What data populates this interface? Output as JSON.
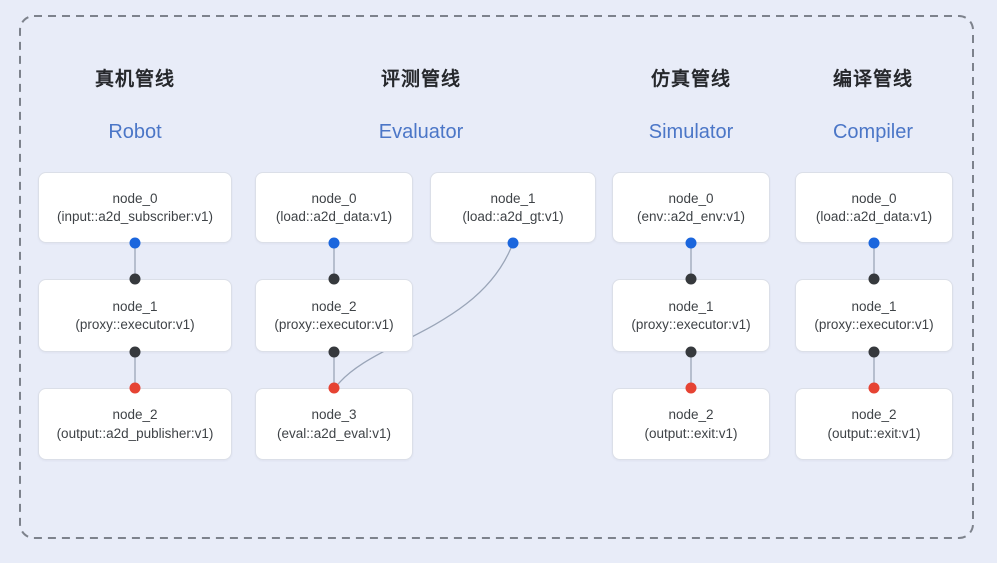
{
  "diagram": {
    "pipelines": [
      {
        "title_cn": "真机管线",
        "title_en": "Robot",
        "nodes": [
          {
            "name": "node_0",
            "type": "(input::a2d_subscriber:v1)"
          },
          {
            "name": "node_1",
            "type": "(proxy::executor:v1)"
          },
          {
            "name": "node_2",
            "type": "(output::a2d_publisher:v1)"
          }
        ]
      },
      {
        "title_cn": "评测管线",
        "title_en": "Evaluator",
        "nodes": [
          {
            "name": "node_0",
            "type": "(load::a2d_data:v1)"
          },
          {
            "name": "node_1",
            "type": "(load::a2d_gt:v1)"
          },
          {
            "name": "node_2",
            "type": "(proxy::executor:v1)"
          },
          {
            "name": "node_3",
            "type": "(eval::a2d_eval:v1)"
          }
        ]
      },
      {
        "title_cn": "仿真管线",
        "title_en": "Simulator",
        "nodes": [
          {
            "name": "node_0",
            "type": "(env::a2d_env:v1)"
          },
          {
            "name": "node_1",
            "type": "(proxy::executor:v1)"
          },
          {
            "name": "node_2",
            "type": "(output::exit:v1)"
          }
        ]
      },
      {
        "title_cn": "编译管线",
        "title_en": "Compiler",
        "nodes": [
          {
            "name": "node_0",
            "type": "(load::a2d_data:v1)"
          },
          {
            "name": "node_1",
            "type": "(proxy::executor:v1)"
          },
          {
            "name": "node_2",
            "type": "(output::exit:v1)"
          }
        ]
      }
    ],
    "colors": {
      "background": "#e8ecf8",
      "frame_dash": "#7d828c",
      "box_background": "#ffffff",
      "box_border": "#dbdfe8",
      "node_text": "#3f4347",
      "title_cn": "#26282c",
      "title_en": "#4b76c7",
      "edge": "#9aa5b8",
      "port_output_blue": "#1b66dd",
      "port_proxy_black": "#36393d",
      "port_input_red": "#e64333"
    }
  }
}
